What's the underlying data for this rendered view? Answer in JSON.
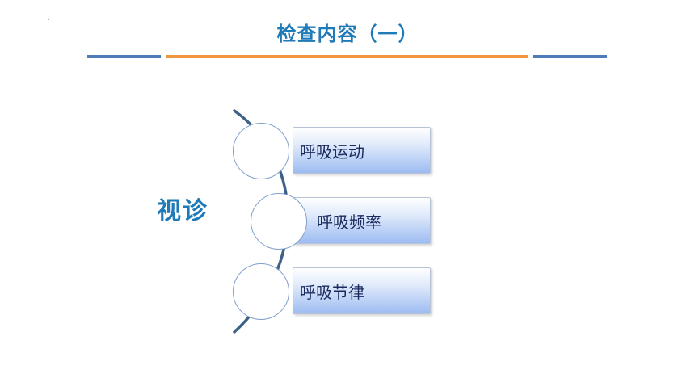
{
  "slide": {
    "title": "检查内容（一）",
    "category": "视诊"
  },
  "items": [
    {
      "label": "呼吸运动"
    },
    {
      "label": "呼吸频率"
    },
    {
      "label": "呼吸节律"
    }
  ],
  "colors": {
    "title": "#1f7ab8",
    "rule_blue": "#4f7cb8",
    "rule_orange": "#f0963e",
    "arc": "#3f6188",
    "item_text": "#1a2a5e"
  }
}
